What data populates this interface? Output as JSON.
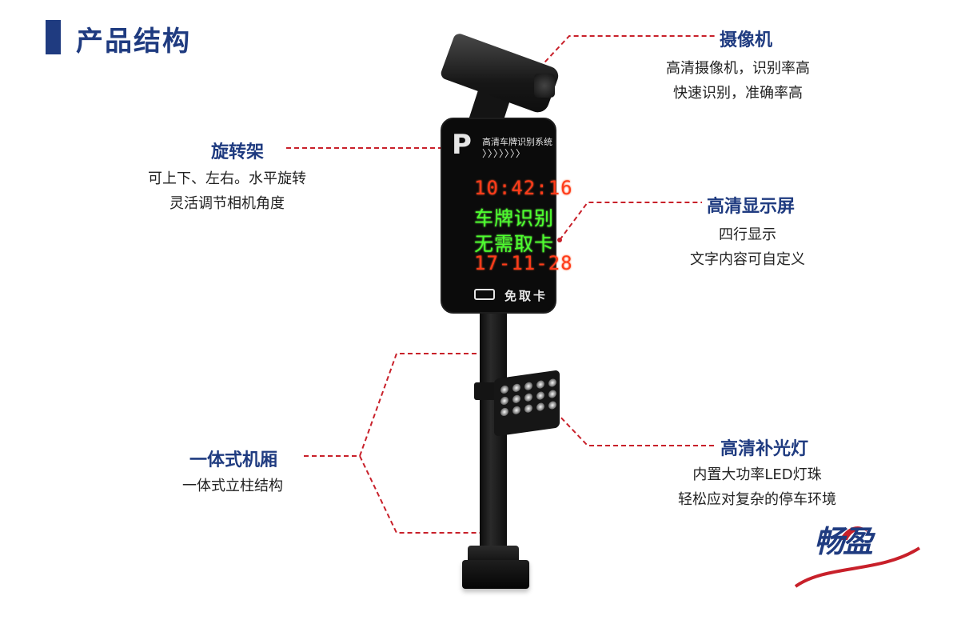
{
  "page_title": "产品结构",
  "callouts": [
    {
      "title": "摄像机",
      "lines": [
        "高清摄像机，识别率高",
        "快速识别，准确率高"
      ]
    },
    {
      "title": "旋转架",
      "lines": [
        "可上下、左右。水平旋转",
        "灵活调节相机角度"
      ]
    },
    {
      "title": "高清显示屏",
      "lines": [
        "四行显示",
        "文字内容可自定义"
      ]
    },
    {
      "title": "一体式机厢",
      "lines": [
        "一体式立柱结构"
      ]
    },
    {
      "title": "高清补光灯",
      "lines": [
        "内置大功率LED灯珠",
        "轻松应对复杂的停车环境"
      ]
    }
  ],
  "device_display": {
    "p_symbol": "P",
    "header_text": "高清车牌识别系统",
    "arrows": "〉〉〉〉〉〉〉",
    "rows": [
      {
        "text": "10:42:16",
        "color": "#ff3b1a"
      },
      {
        "text": "车牌识别",
        "color": "#4dff2e"
      },
      {
        "text": "无需取卡",
        "color": "#4dff2e"
      },
      {
        "text": "17-11-28",
        "color": "#ff3b1a"
      }
    ],
    "footer_text": "免取卡"
  },
  "logo_text": "畅盈",
  "colors": {
    "accent": "#1f3b80",
    "leader_line": "#c8202a"
  }
}
